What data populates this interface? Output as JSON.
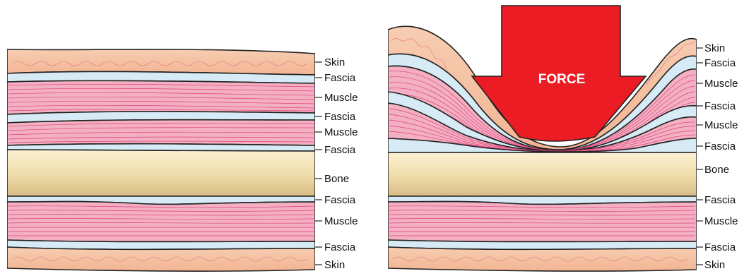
{
  "left_panel": {
    "labels": [
      "Skin",
      "Fascia",
      "Muscle",
      "Fascia",
      "Muscle",
      "Fascia",
      "Bone",
      "Fascia",
      "Muscle",
      "Fascia",
      "Skin"
    ]
  },
  "right_panel": {
    "force_label": "FORCE",
    "labels": [
      "Skin",
      "Fascia",
      "Muscle",
      "Fascia",
      "Muscle",
      "Fascia",
      "Bone",
      "Fascia",
      "Muscle",
      "Fascia",
      "Skin"
    ]
  },
  "colors": {
    "skin": "#f6c6a8",
    "fascia": "#d6ebf5",
    "muscle": "#f3b0c2",
    "muscle_fiber": "#e0417f",
    "bone_light": "#f8ecc6",
    "bone_dark": "#dcc08a",
    "force_arrow": "#ec1c24"
  }
}
